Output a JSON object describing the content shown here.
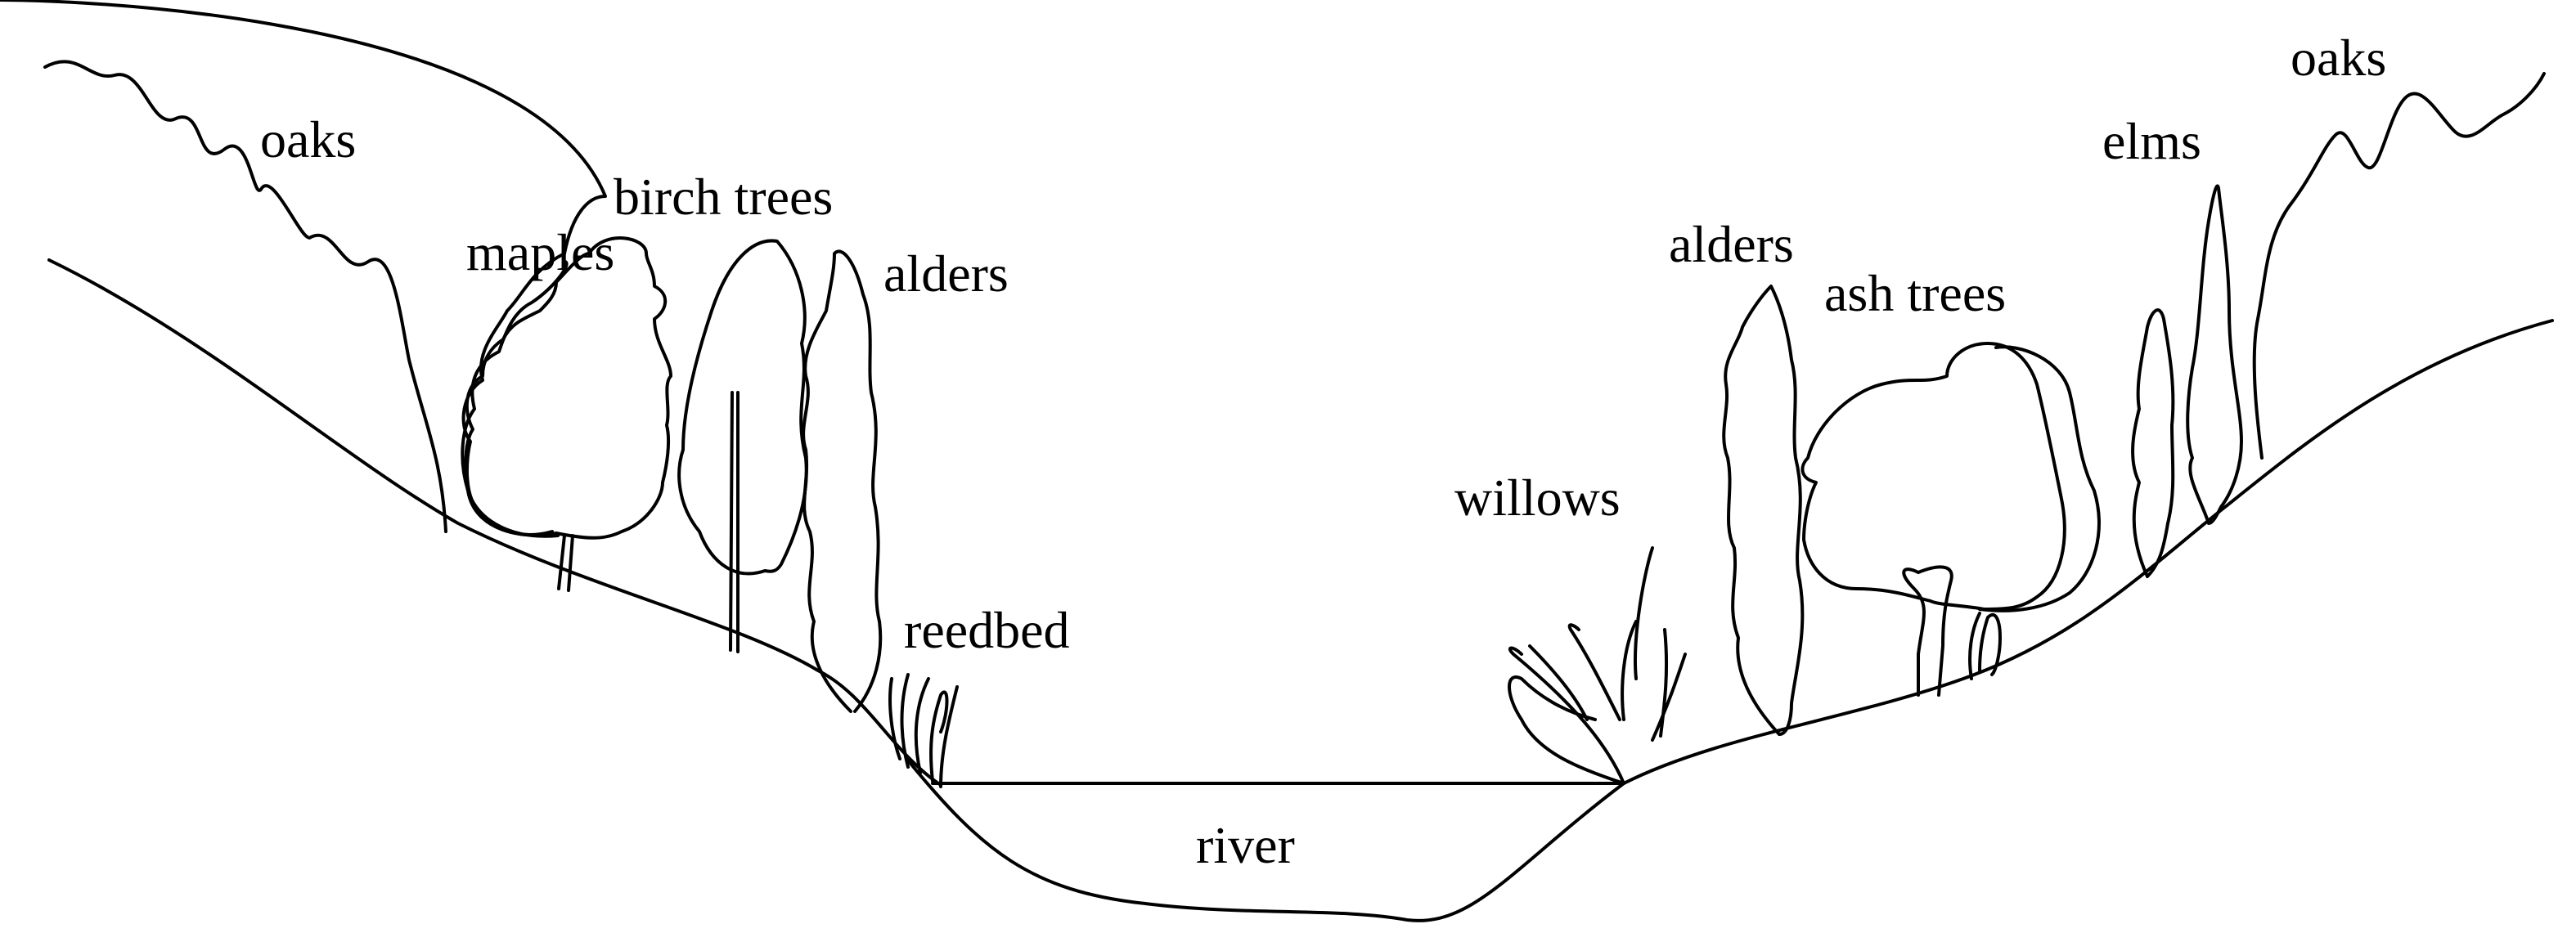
{
  "labels": {
    "oaks_left": "oaks",
    "maples": "maples",
    "birch_trees": "birch trees",
    "alders_left": "alders",
    "reedbed": "reedbed",
    "river": "river",
    "willows": "willows",
    "alders_right": "alders",
    "ash_trees": "ash trees",
    "elms": "elms",
    "oaks_right": "oaks"
  },
  "colors": {
    "ink": "#000000",
    "background": "#ffffff"
  }
}
